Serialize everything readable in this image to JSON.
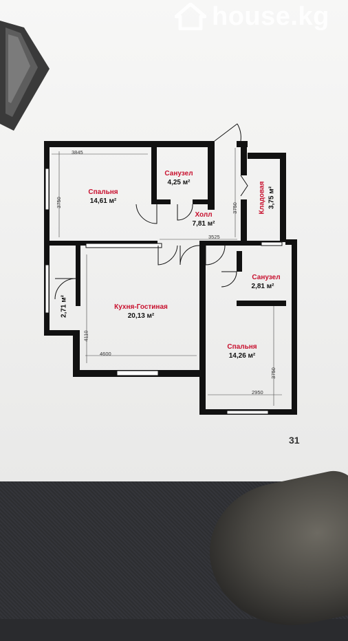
{
  "watermark": {
    "text": "house.kg"
  },
  "page_number": "31",
  "rooms": {
    "bedroom1": {
      "name": "Спальня",
      "area": "14,61 м²"
    },
    "bath1": {
      "name": "Санузел",
      "area": "4,25 м²"
    },
    "hall": {
      "name": "Холл",
      "area": "7,81 м²"
    },
    "storage": {
      "name": "Кладовая",
      "area": "3,75 м²"
    },
    "small": {
      "area": "2,71 м²"
    },
    "kitchen": {
      "name": "Кухня-Гостиная",
      "area": "20,13 м²"
    },
    "bath2": {
      "name": "Санузел",
      "area": "2,81 м²"
    },
    "bedroom2": {
      "name": "Спальня",
      "area": "14,26 м²"
    }
  },
  "dimensions": {
    "d1": "3845",
    "d2": "3750",
    "d3": "3750",
    "d4": "3525",
    "d5": "4110",
    "d6": "4600",
    "d7": "3750",
    "d8": "2950"
  },
  "colors": {
    "wall": "#111111",
    "label_red": "#c8102e",
    "paper": "#f3f3f2"
  }
}
